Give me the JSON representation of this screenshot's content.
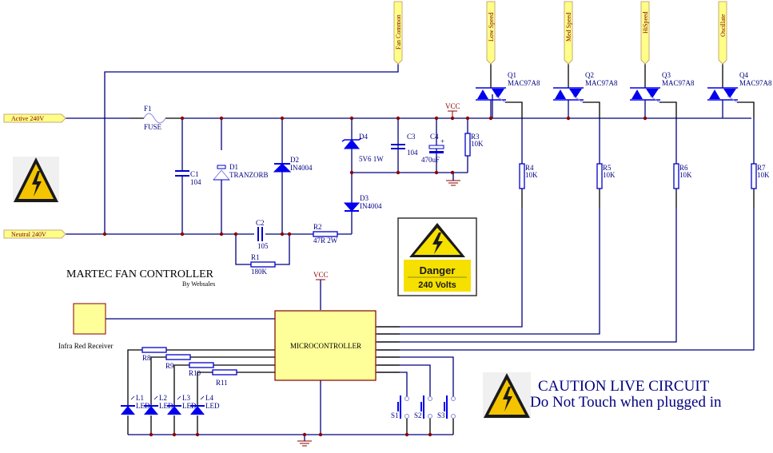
{
  "title": "MARTEC FAN CONTROLLER",
  "subtitle": "By Websales",
  "ports": {
    "active": "Active 240V",
    "neutral": "Neutral 240V",
    "fan_common": "Fan Common",
    "low_speed": "Low Speed",
    "med_speed": "Med Speed",
    "hi_speed": "HiSpeed",
    "oscillate": "Oscillate"
  },
  "components": {
    "F1": {
      "ref": "F1",
      "value": "FUSE"
    },
    "C1": {
      "ref": "C1",
      "value": "104"
    },
    "D1": {
      "ref": "D1",
      "value": "TRANZORB"
    },
    "D2": {
      "ref": "D2",
      "value": "IN4004"
    },
    "C2": {
      "ref": "C2",
      "value": "105"
    },
    "R1": {
      "ref": "R1",
      "value": "180K"
    },
    "R2": {
      "ref": "R2",
      "value": "47R 2W"
    },
    "D4": {
      "ref": "D4",
      "value": "5V6 1W"
    },
    "D3": {
      "ref": "D3",
      "value": "IN4004"
    },
    "C3": {
      "ref": "C3",
      "value": "104"
    },
    "C4": {
      "ref": "C4",
      "value": "470uF"
    },
    "R3": {
      "ref": "R3",
      "value": "10K"
    },
    "Q1": {
      "ref": "Q1",
      "value": "MAC97A8"
    },
    "Q2": {
      "ref": "Q2",
      "value": "MAC97A8"
    },
    "Q3": {
      "ref": "Q3",
      "value": "MAC97A8"
    },
    "Q4": {
      "ref": "Q4",
      "value": "MAC97A8"
    },
    "R4": {
      "ref": "R4",
      "value": "10K"
    },
    "R5": {
      "ref": "R5",
      "value": "10K"
    },
    "R6": {
      "ref": "R6",
      "value": "10K"
    },
    "R7": {
      "ref": "R7",
      "value": "10K"
    },
    "R8": {
      "ref": "R8"
    },
    "R9": {
      "ref": "R9"
    },
    "R10": {
      "ref": "R10"
    },
    "R11": {
      "ref": "R11"
    },
    "L1": {
      "ref": "L1",
      "value": "LED"
    },
    "L2": {
      "ref": "L2",
      "value": "LED"
    },
    "L3": {
      "ref": "L3",
      "value": "LED"
    },
    "L4": {
      "ref": "L4",
      "value": "LED"
    },
    "S1": {
      "ref": "S1"
    },
    "S2": {
      "ref": "S2"
    },
    "S3": {
      "ref": "S3"
    },
    "MCU": {
      "label": "MICROCONTROLLER"
    },
    "IR": {
      "label": "Infra Red Receiver"
    }
  },
  "power": {
    "vcc": "VCC"
  },
  "danger_sign": {
    "line1": "Danger",
    "line2": "240 Volts"
  },
  "caution": {
    "line1": "CAUTION LIVE CIRCUIT",
    "line2": "Do Not Touch when plugged in"
  },
  "colors": {
    "wire": "#000080",
    "junction": "#8b0000",
    "port_fill": "#ffff88",
    "warning_yellow": "#f5c400",
    "component": "#0000ee"
  }
}
